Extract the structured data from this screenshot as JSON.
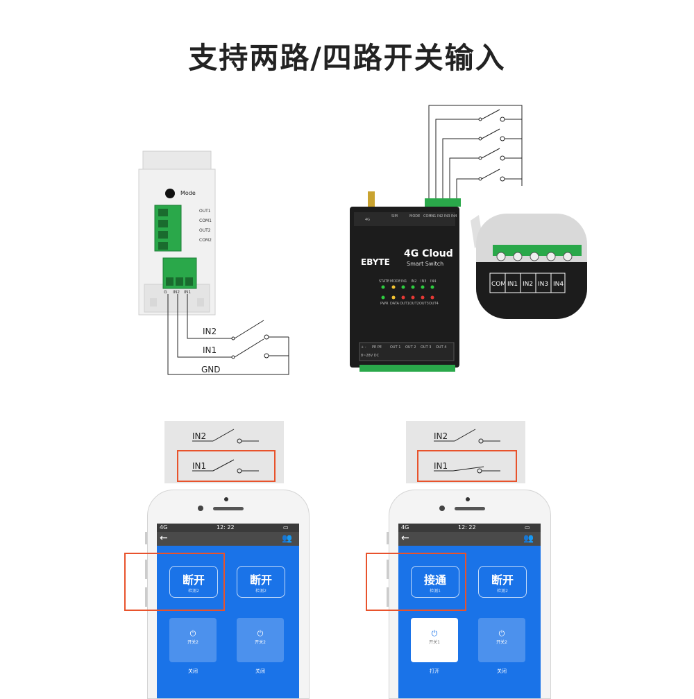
{
  "title": "支持两路/四路开关输入",
  "din_module": {
    "mode_label": "Mode",
    "out_terminals": [
      "OUT1",
      "COM1",
      "OUT2",
      "COM2"
    ],
    "in_terminals": [
      "G",
      "IN2",
      "IN1"
    ],
    "wiring_labels": [
      "IN2",
      "IN1",
      "GND"
    ]
  },
  "cloud_device": {
    "brand": "EBYTE",
    "product": "4G Cloud",
    "subtitle": "Smart Switch",
    "antenna_label": "4G",
    "sim_label": "SIM",
    "mode_label": "MODE",
    "led_row1": [
      "STATE",
      "MODE",
      "IN1",
      "IN2",
      "IN3",
      "IN4"
    ],
    "led_row2": [
      "PWR",
      "DATA",
      "OUT1",
      "OUT2",
      "OUT3",
      "OUT4"
    ],
    "bottom_ports": [
      "+  -",
      "PE  PE",
      "OUT 1",
      "OUT 2",
      "OUT 3",
      "OUT 4"
    ],
    "power_label": "8~28V DC",
    "top_terminals": [
      "COM",
      "IN1",
      "IN2",
      "IN3",
      "IN4"
    ],
    "zoom_terminals": [
      "COM",
      "IN1",
      "IN2",
      "IN3",
      "IN4"
    ]
  },
  "switch_panels": [
    {
      "labels": [
        "IN2",
        "IN1"
      ],
      "in1_state": "open"
    },
    {
      "labels": [
        "IN2",
        "IN1"
      ],
      "in1_state": "closed"
    }
  ],
  "phones": [
    {
      "network": "4G",
      "time": "12: 22",
      "cards": [
        {
          "state": "断开",
          "caption": "检测2"
        },
        {
          "state": "断开",
          "caption": "检测2"
        }
      ],
      "switches": [
        {
          "label": "开关2",
          "status": "关闭",
          "on": false
        },
        {
          "label": "开关2",
          "status": "关闭",
          "on": false
        }
      ]
    },
    {
      "network": "4G",
      "time": "12: 22",
      "cards": [
        {
          "state": "接通",
          "caption": "检测1"
        },
        {
          "state": "断开",
          "caption": "检测2"
        }
      ],
      "switches": [
        {
          "label": "开关1",
          "status": "打开",
          "on": true
        },
        {
          "label": "开关2",
          "status": "关闭",
          "on": false
        }
      ]
    }
  ],
  "colors": {
    "app_blue": "#1a73e8",
    "highlight": "#e8532c",
    "terminal_green": "#2aa84a",
    "device_black": "#1c1c1c"
  }
}
